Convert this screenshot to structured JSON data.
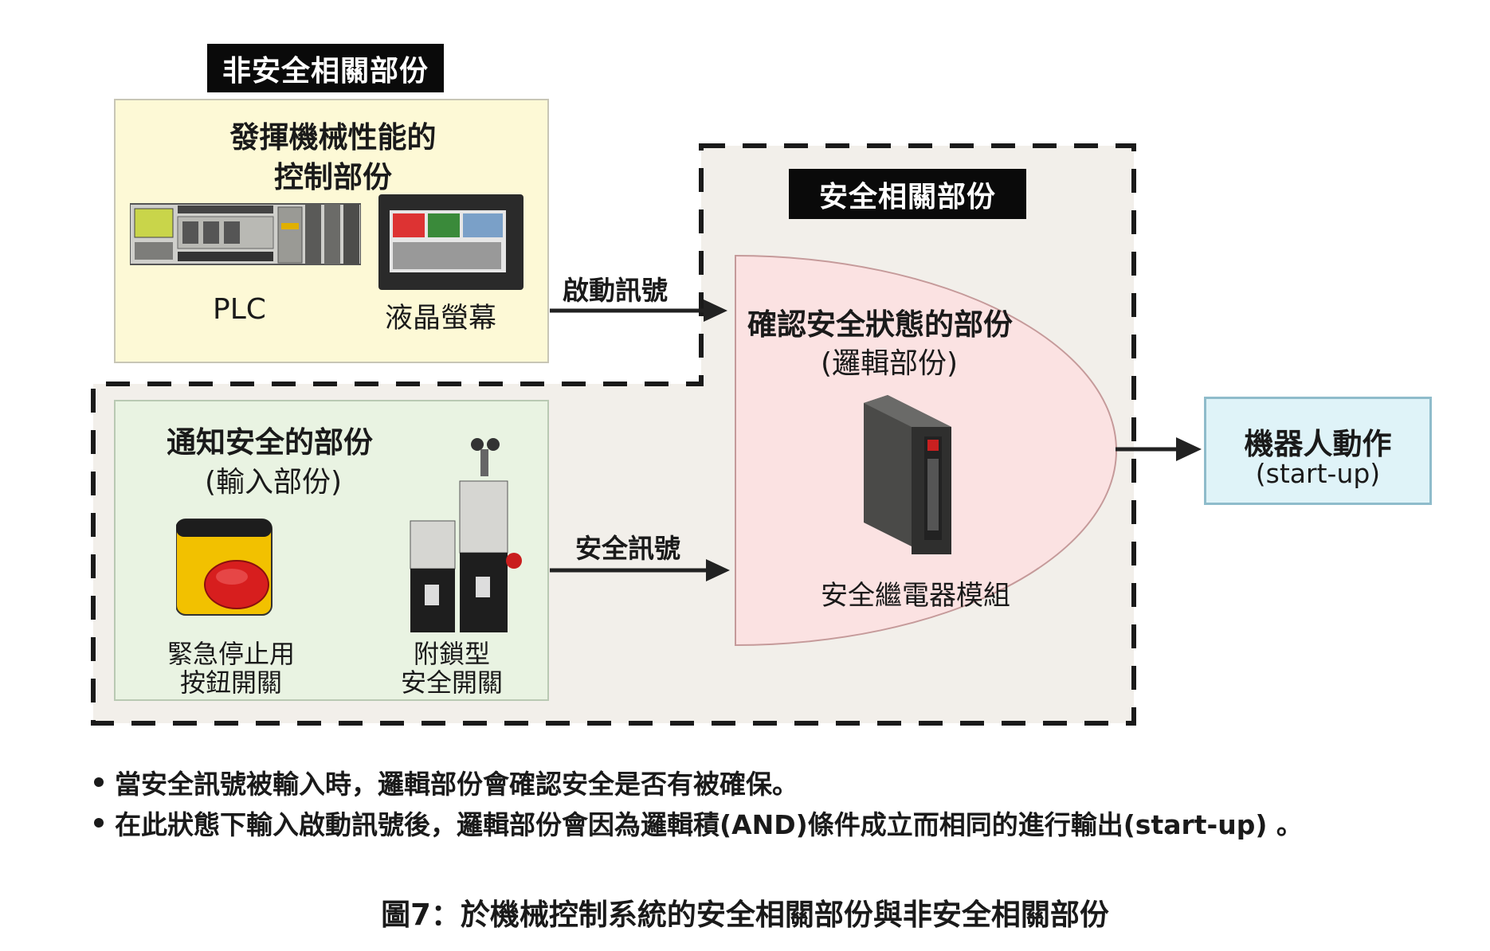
{
  "non_safety": {
    "label": "非安全相關部份",
    "title_line1": "發揮機械性能的",
    "title_line2": "控制部份",
    "device1_label": "PLC",
    "device2_label": "液晶螢幕"
  },
  "safety": {
    "label": "安全相關部份"
  },
  "notify": {
    "title": "通知安全的部份",
    "subtitle": "(輸入部份)",
    "device1_line1": "緊急停止用",
    "device1_line2": "按鈕開關",
    "device2_line1": "附鎖型",
    "device2_line2": "安全開關"
  },
  "logic": {
    "title": "確認安全狀態的部份",
    "subtitle": "(邏輯部份)",
    "device_label": "安全繼電器模組"
  },
  "output": {
    "title": "機器人動作",
    "subtitle": "(start-up)"
  },
  "arrows": {
    "start_signal": "啟動訊號",
    "safety_signal": "安全訊號"
  },
  "notes": [
    "當安全訊號被輸入時，邏輯部份會確認安全是否有被確保。",
    "在此狀態下輸入啟動訊號後，邏輯部份會因為邏輯積(AND)條件成立而相同的進行輸出(start-up) 。"
  ],
  "caption": "圖7：於機械控制系統的安全相關部份與非安全相關部份"
}
